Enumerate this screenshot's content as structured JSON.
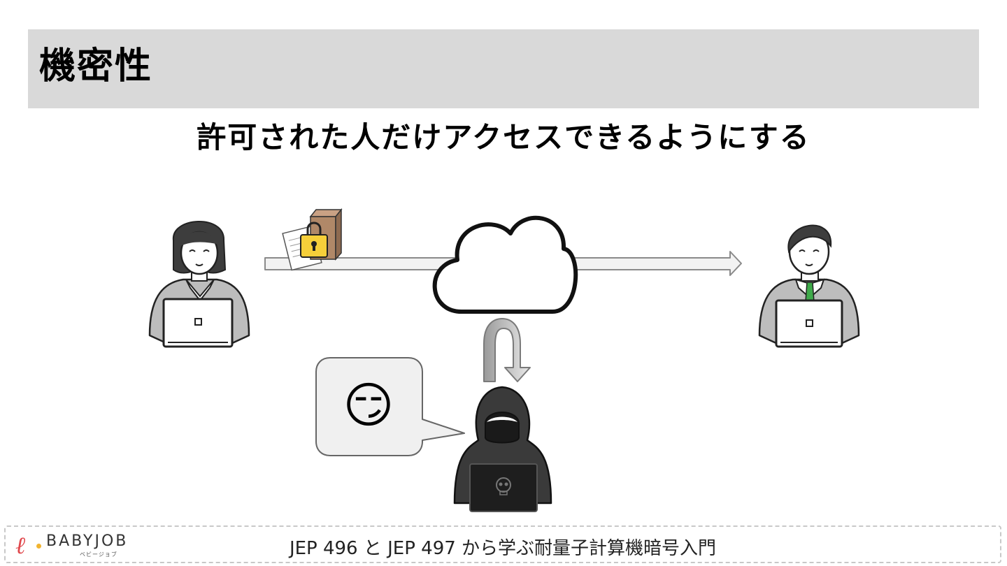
{
  "slide": {
    "title": "機密性",
    "subtitle": "許可された人だけアクセスできるようにする"
  },
  "diagram": {
    "sender": "woman-with-laptop",
    "receiver": "man-with-laptop",
    "package": "locked-box-and-document",
    "network": "cloud",
    "attacker": "hooded-hacker-with-skull-laptop",
    "attacker_speech_emoji": "😏",
    "colors": {
      "arrow_fill": "#f2f2f2",
      "arrow_stroke": "#8a8a8a",
      "lock": "#f6cf3a",
      "box": "#b08868",
      "hoodie": "#3a3a3a",
      "tie": "#3faa4a",
      "suit": "#bdbdbd",
      "bubble": "#f0f0f0"
    }
  },
  "footer": {
    "logo_mark": "ℓ",
    "logo_word": "BABYJOB",
    "logo_kana": "ベビージョブ",
    "text": "JEP 496 と JEP 497 から学ぶ耐量子計算機暗号入門"
  }
}
